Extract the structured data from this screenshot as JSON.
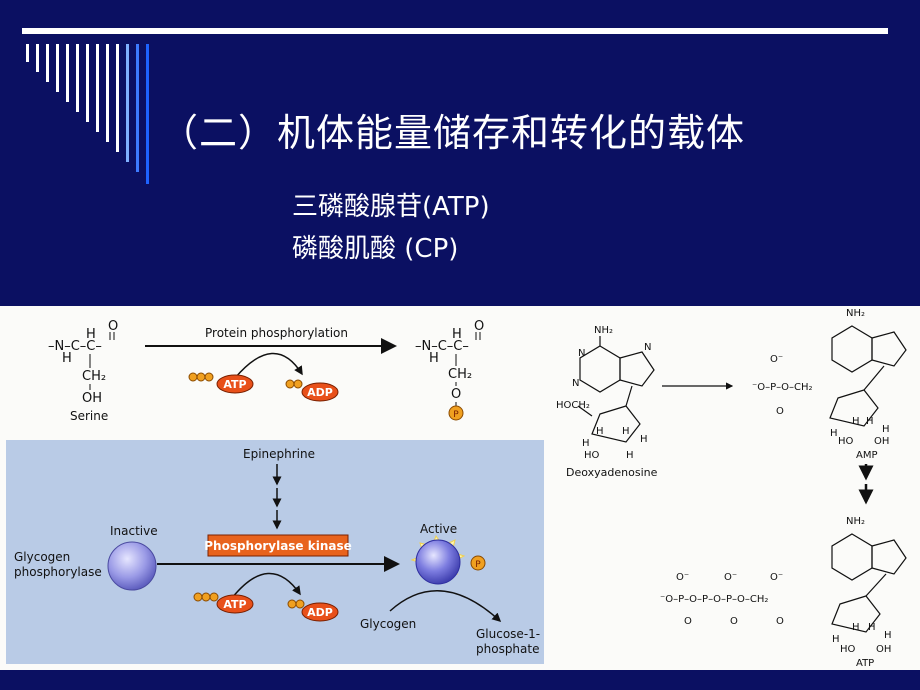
{
  "slide": {
    "title": "（二）机体能量储存和转化的载体",
    "bullets": [
      "三磷酸腺苷(ATP)",
      "磷酸肌酸 (CP)"
    ]
  },
  "figure_phosphorylation": {
    "arrow_label": "Protein phosphorylation",
    "left_label": "Serine",
    "atp": "ATP",
    "adp": "ADP",
    "phosphate": "P"
  },
  "figure_glycogen": {
    "epinephrine": "Epinephrine",
    "inactive": "Inactive",
    "active": "Active",
    "enzyme": "Glycogen\nphosphorylase",
    "enzyme_line1": "Glycogen",
    "enzyme_line2": "phosphorylase",
    "kinase": "Phosphorylase kinase",
    "atp": "ATP",
    "adp": "ADP",
    "glycogen": "Glycogen",
    "product_line1": "Glucose-1-",
    "product_line2": "phosphate",
    "phosphate": "P"
  },
  "figure_nucleotides": {
    "deoxy_label": "Deoxyadenosine",
    "amp_label": "AMP",
    "atp_label": "ATP"
  },
  "colors": {
    "background": "#0b1062",
    "atp_orange": "#e8501a",
    "kinase_orange": "#e8631d",
    "panel_blue": "#b9cbe6",
    "enzyme_purple": "#8f8fe0"
  }
}
